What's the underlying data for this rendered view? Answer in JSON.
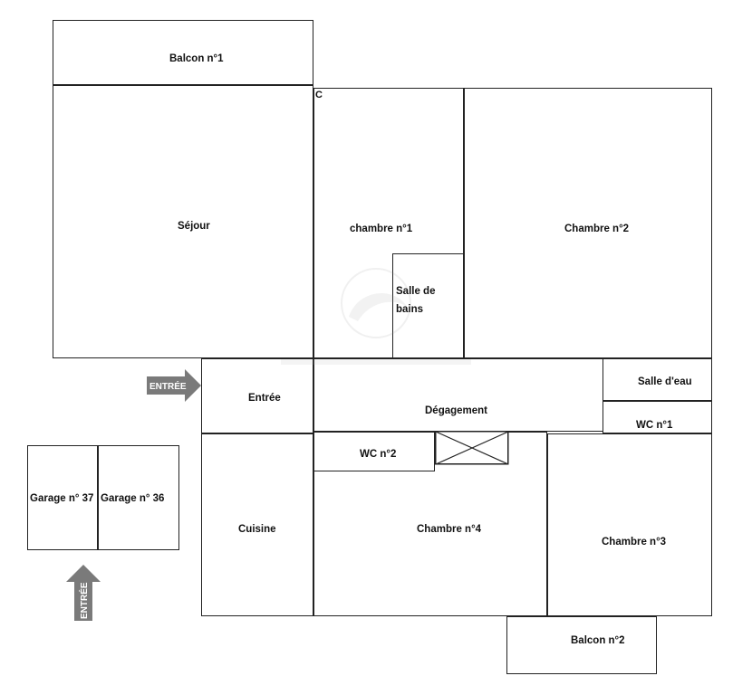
{
  "rooms": {
    "balcon1": "Balcon n°1",
    "sejour": "Séjour",
    "chambre1": "chambre n°1",
    "chambre2": "Chambre  n°2",
    "salle_de_bains": "Salle de bains",
    "salle_eau": "Salle d'eau",
    "wc1": "WC n°1",
    "entree": "Entrée",
    "degagement": "Dégagement",
    "wc2": "WC  n°2",
    "cuisine": "Cuisine",
    "chambre4": "Chambre n°4",
    "chambre3": "Chambre n°3",
    "balcon2": "Balcon n°2",
    "garage37": "Garage n° 37",
    "garage36": "Garage n° 36"
  },
  "markers": {
    "closet": "C",
    "entry_arrow_main": "ENTRÉE",
    "entry_arrow_garage": "ENTRÉE"
  },
  "colors": {
    "wall": "#222222",
    "arrow_fill": "#7a7a7a",
    "arrow_text": "#ffffff"
  }
}
